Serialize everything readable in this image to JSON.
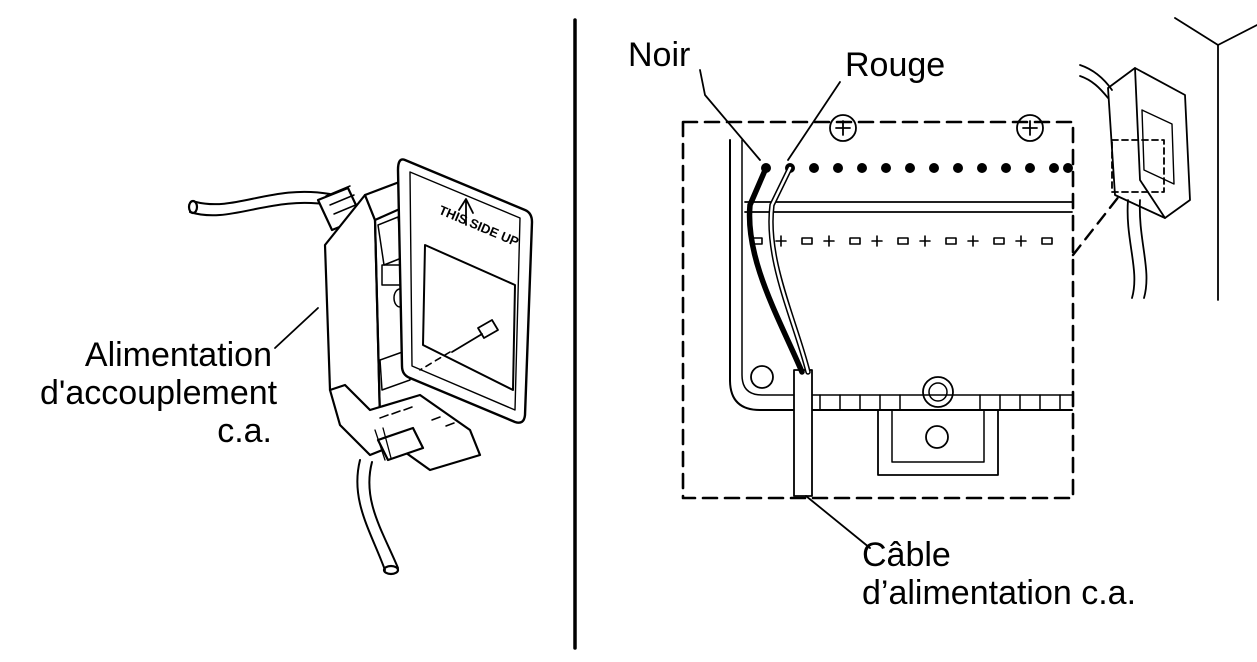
{
  "labels": {
    "power_supply": "Alimentation\nd'accouplement\nc.a.",
    "black_wire": "Noir",
    "red_wire": "Rouge",
    "power_cable": "Câble\nd’alimentation c.a."
  },
  "cover_text": "THIS SIDE UP",
  "colors": {
    "line": "#000000",
    "background": "#ffffff"
  },
  "icons": [
    "arrow-up-icon",
    "screw-icon"
  ]
}
